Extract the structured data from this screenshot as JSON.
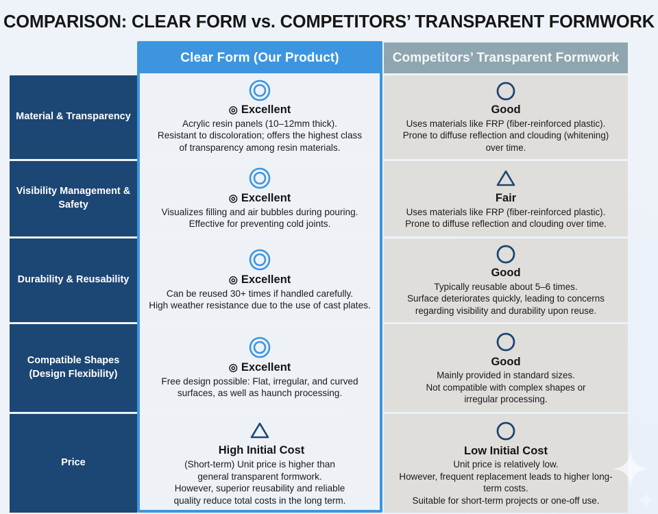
{
  "title": "COMPARISON: CLEAR FORM vs. COMPETITORS’ TRANSPARENT FORMWORK",
  "colors": {
    "accent_blue": "#3d95e0",
    "label_navy": "#1c4673",
    "competitor_header": "#8fa6b0",
    "ours_cell_bg": "#eef2f7",
    "theirs_cell_bg": "#e0dedb",
    "page_bg": "#eef3f9"
  },
  "headers": {
    "ours": "Clear Form (Our Product)",
    "theirs": "Competitors’ Transparent Formwork"
  },
  "rows": [
    {
      "label": "Material &\nTransparency",
      "ours": {
        "icon": "double-circle-icon",
        "inline_mark": "◎",
        "rating": "Excellent",
        "desc": "Acrylic resin panels (10–12mm thick).\nResistant to discoloration; offers the highest class\nof transparency among resin materials."
      },
      "theirs": {
        "icon": "circle-icon",
        "inline_mark": "",
        "rating": "Good",
        "desc": "Uses materials like FRP (fiber-reinforced plastic).\nProne to diffuse reflection and clouding (whitening)\nover time."
      }
    },
    {
      "label": "Visibility Management\n& Safety",
      "ours": {
        "icon": "double-circle-icon",
        "inline_mark": "◎",
        "rating": "Excellent",
        "desc": "Visualizes filling and air bubbles during pouring.\nEffective for preventing cold joints."
      },
      "theirs": {
        "icon": "triangle-icon",
        "inline_mark": "",
        "rating": "Fair",
        "desc": "Uses materials like FRP (fiber-reinforced plastic).\nProne to diffuse reflection and clouding over time."
      }
    },
    {
      "label": "Durability & Reusability",
      "ours": {
        "icon": "double-circle-icon",
        "inline_mark": "◎",
        "rating": "Excellent",
        "desc": "Can be reused 30+ times if handled carefully.\nHigh weather resistance due to the use of cast plates."
      },
      "theirs": {
        "icon": "circle-icon",
        "inline_mark": "",
        "rating": "Good",
        "desc": "Typically reusable about 5–6 times.\nSurface deteriorates quickly, leading to concerns\nregarding visibility and durability upon reuse."
      }
    },
    {
      "label": "Compatible Shapes\n(Design Flexibility)",
      "ours": {
        "icon": "double-circle-icon",
        "inline_mark": "◎",
        "rating": "Excellent",
        "desc": "Free design possible: Flat, irregular, and curved\nsurfaces, as well as haunch processing."
      },
      "theirs": {
        "icon": "circle-icon",
        "inline_mark": "",
        "rating": "Good",
        "desc": "Mainly provided in standard sizes.\nNot compatible with complex shapes or\nirregular processing."
      }
    },
    {
      "label": "Price",
      "ours": {
        "icon": "triangle-icon",
        "inline_mark": "",
        "rating": "High Initial Cost",
        "desc": "(Short-term) Unit price is higher than\ngeneral transparent formwork.\nHowever, superior reusability and reliable\nquality reduce total costs in the long term."
      },
      "theirs": {
        "icon": "circle-icon",
        "inline_mark": "",
        "rating": "Low Initial Cost",
        "desc": "Unit price is relatively low.\nHowever, frequent replacement leads to higher long-term costs.\nSuitable for short-term projects or one-off use."
      }
    }
  ]
}
